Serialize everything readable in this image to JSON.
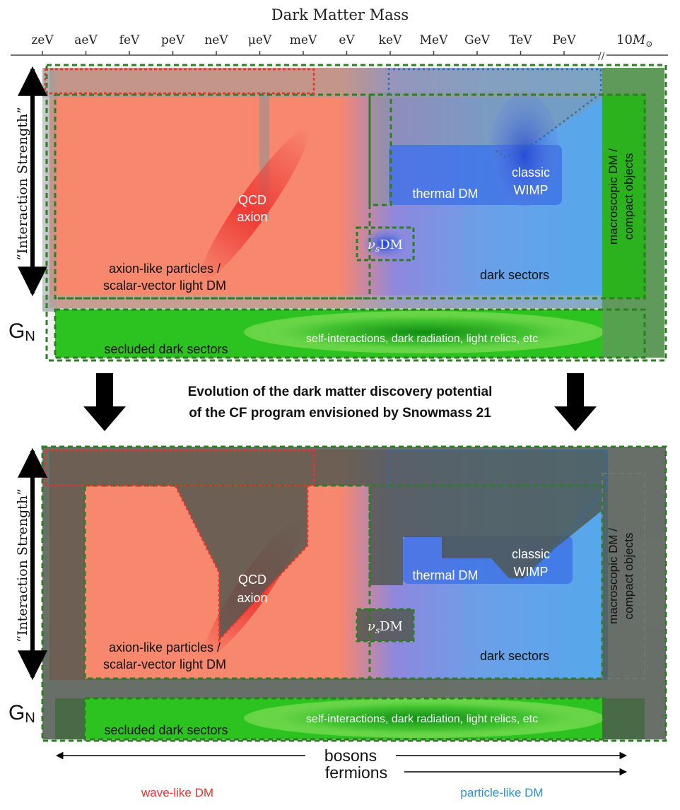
{
  "axis": {
    "title": "Dark Matter Mass",
    "ticks": [
      "zeV",
      "aeV",
      "feV",
      "peV",
      "neV",
      "μeV",
      "meV",
      "eV",
      "keV",
      "MeV",
      "GeV",
      "TeV",
      "PeV"
    ],
    "far_tick_prefix": "10",
    "far_tick_symbol": "M",
    "far_tick_sub": "⊙"
  },
  "yaxis": {
    "label": "“Interaction Strength”",
    "gn_main": "G",
    "gn_sub": "N"
  },
  "panels": [
    {
      "id": "top",
      "axion_like": [
        "axion-like particles /",
        "scalar-vector light DM"
      ],
      "qcd_axion": [
        "QCD",
        "axion"
      ],
      "thermal_dm": "thermal DM",
      "classic_wimp": [
        "classic",
        "WIMP"
      ],
      "nu_s_main": "ν",
      "nu_s_sub": "s",
      "nu_s_dm": "DM",
      "dark_sectors": "dark sectors",
      "macroscopic": [
        "macroscopic DM /",
        "compact objects"
      ],
      "secluded": "secluded dark sectors",
      "self_interactions": "self-interactions, dark radiation, light relics, etc"
    },
    {
      "id": "bottom",
      "axion_like": [
        "axion-like particles /",
        "scalar-vector light DM"
      ],
      "qcd_axion": [
        "QCD",
        "axion"
      ],
      "thermal_dm": "thermal DM",
      "classic_wimp": [
        "classic",
        "WIMP"
      ],
      "nu_s_main": "ν",
      "nu_s_sub": "s",
      "nu_s_dm": "DM",
      "dark_sectors": "dark sectors",
      "macroscopic": [
        "macroscopic DM /",
        "compact objects"
      ],
      "secluded": "secluded dark sectors",
      "self_interactions": "self-interactions, dark radiation, light relics, etc"
    }
  ],
  "evolution_text": [
    "Evolution of the dark matter discovery potential",
    "of the CF program envisioned by Snowmass 21"
  ],
  "bottom_labels": {
    "bosons": "bosons",
    "fermions": "fermions",
    "wave_like": "wave-like DM",
    "particle_like": "particle-like DM"
  },
  "colors": {
    "salmon": "#f7876d",
    "wave_red": "#e8322a",
    "particle_blue": "#2b8fd4",
    "sky_blue": "#5aa8ec",
    "thermal_blue": "#3b6fe6",
    "green": "#2cc21f",
    "dark_green": "#1f7a1a",
    "gray_overlay": "#5e6a5e"
  }
}
